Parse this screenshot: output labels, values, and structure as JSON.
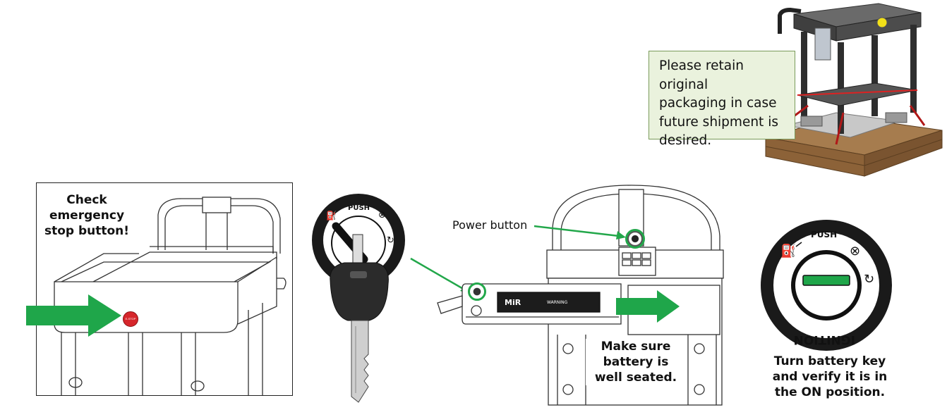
{
  "callout": {
    "text": "Please retain original\npackaging in case\nfuture shipment is\ndesired."
  },
  "panel_estop": {
    "caption": "Check\nemergency\nstop button!",
    "button_text": "E-STOP"
  },
  "key_dial": {
    "push_label": "PUSH"
  },
  "battery": {
    "power_button_label": "Power button",
    "caption": "Make sure\nbattery is\nwell seated.",
    "brand": "MiR",
    "warning_text": "WARNING"
  },
  "ignition": {
    "push_label": "PUSH",
    "ring_text": "IGNITION",
    "caption": "Turn battery key\nand verify it is in\nthe ON position."
  },
  "colors": {
    "arrow_green": "#1fa64a",
    "highlight_green": "#22a74a",
    "callout_bg": "#eaf2dd",
    "estop_red": "#d6262b"
  }
}
